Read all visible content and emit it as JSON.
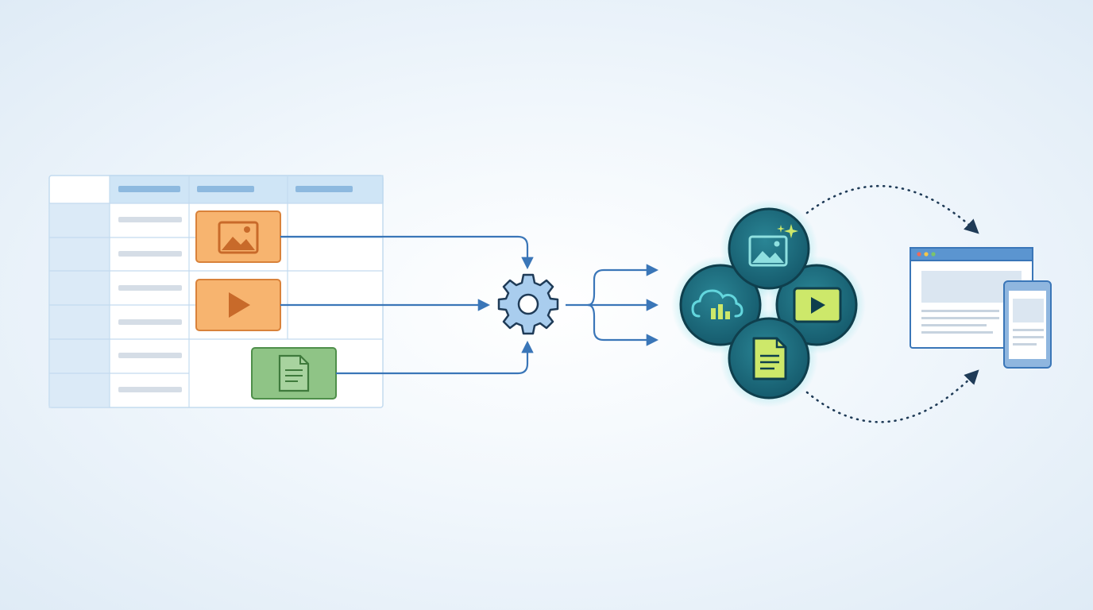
{
  "diagram": {
    "source_table": {
      "header_cells": 3,
      "rows": 6
    },
    "media_items": [
      {
        "kind": "image",
        "icon": "image-icon",
        "color": "#f7b46f"
      },
      {
        "kind": "video",
        "icon": "play-icon",
        "color": "#f7b46f"
      },
      {
        "kind": "document",
        "icon": "document-icon",
        "color": "#8fc486"
      }
    ],
    "processor": {
      "icon": "gear-icon",
      "color": "#a9cdee"
    },
    "outputs": {
      "count": 3,
      "arrow_color": "#3a76b8"
    },
    "asset_cluster": [
      {
        "kind": "image",
        "icon": "image-sparkle-icon"
      },
      {
        "kind": "cloud",
        "icon": "cloud-chart-icon"
      },
      {
        "kind": "video",
        "icon": "play-icon"
      },
      {
        "kind": "document",
        "icon": "document-icon"
      }
    ],
    "destination": {
      "icons": [
        "browser-window-icon",
        "mobile-phone-icon"
      ]
    },
    "colors": {
      "table_header": "#cfe5f6",
      "table_side": "#dbeaf7",
      "circle_fill": "#1b6a7c",
      "circle_glow": "#63d6dd",
      "accent_yellow": "#cde86a",
      "dotted_arrow": "#1f3b57"
    }
  }
}
